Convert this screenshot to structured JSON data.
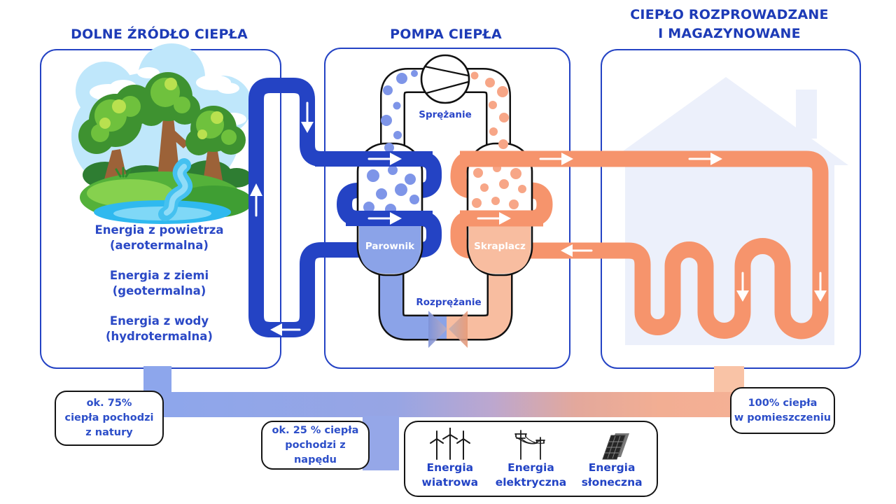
{
  "titles": {
    "left": "DOLNE ŹRÓDŁO CIEPŁA",
    "middle": "POMPA CIEPŁA",
    "right_line1": "CIEPŁO ROZPROWADZANE",
    "right_line2": "I MAGAZYNOWANE"
  },
  "left_panel": {
    "sources": [
      {
        "name": "Energia z powietrza",
        "type": "(aerotermalna)"
      },
      {
        "name": "Energia z ziemi",
        "type": "(geotermalna)"
      },
      {
        "name": "Energia z wody",
        "type": "(hydrotermalna)"
      }
    ]
  },
  "pump": {
    "compression": "Sprężanie",
    "evaporator": "Parownik",
    "condenser": "Skraplacz",
    "expansion": "Rozprężanie"
  },
  "badges": {
    "nature": {
      "line1": "ok. 75%",
      "line2": "ciepła pochodzi",
      "line3": "z natury"
    },
    "drive": {
      "line1": "ok. 25 % ciepła",
      "line2": "pochodzi z napędu"
    },
    "room": {
      "line1": "100% ciepła",
      "line2": "w pomieszczeniu"
    }
  },
  "energy_box": {
    "items": [
      {
        "icon": "wind-turbine-icon",
        "line1": "Energia",
        "line2": "wiatrowa"
      },
      {
        "icon": "power-lines-icon",
        "line1": "Energia",
        "line2": "elektryczna"
      },
      {
        "icon": "solar-panel-icon",
        "line1": "Energia",
        "line2": "słoneczna"
      }
    ]
  },
  "colors": {
    "panel_border": "#2443c4",
    "pipe_dark_blue": "#2443c4",
    "pipe_light_blue": "#8da6ec",
    "dot_blue": "#7e95e8",
    "pipe_orange": "#f6946c",
    "pipe_light_orange": "#f9c2a4",
    "dot_orange": "#f7a687",
    "house_fill": "#ecf0fb",
    "title_text": "#1d3bb7",
    "badge_text": "#2d4fc9"
  }
}
